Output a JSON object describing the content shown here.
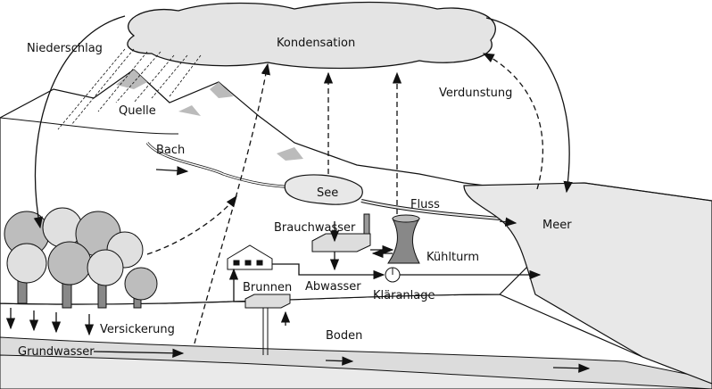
{
  "labels": {
    "niederschlag": "Niederschlag",
    "kondensation": "Kondensation",
    "verdunstung": "Verdunstung",
    "quelle": "Quelle",
    "bach": "Bach",
    "see": "See",
    "fluss": "Fluss",
    "meer": "Meer",
    "brauchwasser": "Brauchwasser",
    "kuehlturm": "Kühlturm",
    "abwasser": "Abwasser",
    "klaeranlage": "Kläranlage",
    "brunnen": "Brunnen",
    "versickerung": "Versickerung",
    "boden": "Boden",
    "grundwasser": "Grundwasser"
  },
  "colors": {
    "cloud": "#e4e4e4",
    "land": "#ffffff",
    "water": "#e8e8e8",
    "groundwater": "#dcdcdc",
    "outline": "#111111",
    "tree_dark": "#bdbdbd",
    "tree_light": "#e0e0e0"
  }
}
